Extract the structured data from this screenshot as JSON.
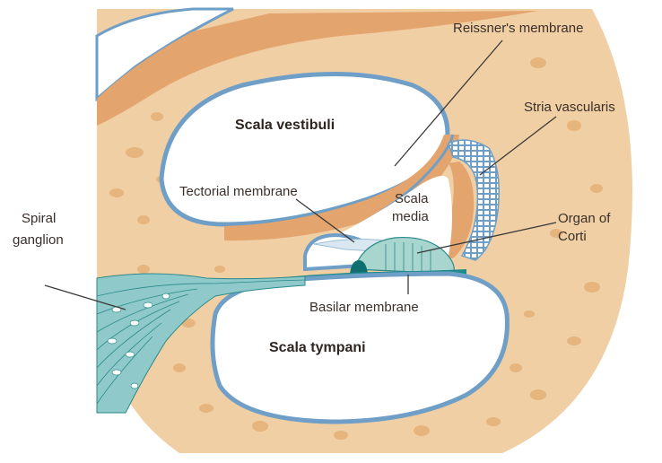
{
  "labels": {
    "reissners_membrane": "Reissner's membrane",
    "stria_vascularis": "Stria vascularis",
    "scala_vestibuli": "Scala vestibuli",
    "tectorial_membrane": "Tectorial membrane",
    "scala_media_line1": "Scala",
    "scala_media_line2": "media",
    "organ_of_corti_line1": "Organ of",
    "organ_of_corti_line2": "Corti",
    "spiral_ganglion_line1": "Spiral",
    "spiral_ganglion_line2": "ganglion",
    "basilar_membrane": "Basilar membrane",
    "scala_tympani": "Scala tympani"
  },
  "colors": {
    "bone": "#f1cfa4",
    "bone_pore": "#e6b47d",
    "tissue": "#e3a46e",
    "membrane_blue": "#6f9fc7",
    "nerve": "#8fc9c9",
    "nerve_dark": "#2a8a8a",
    "chamber": "#ffffff"
  }
}
